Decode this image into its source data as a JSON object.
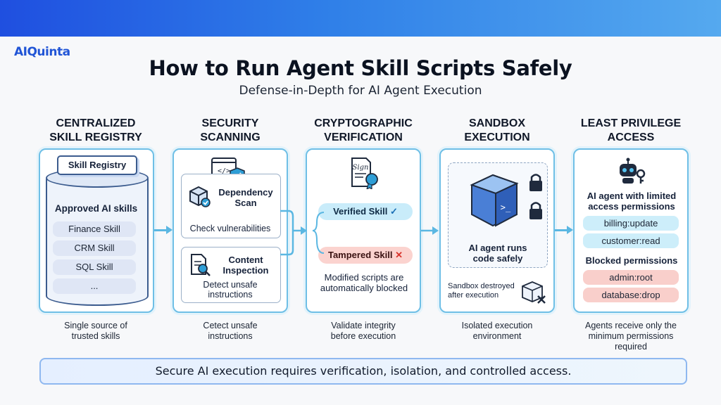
{
  "brand": {
    "logo": "AIQuinta"
  },
  "title": "How to Run Agent Skill Scripts Safely",
  "subtitle": "Defense-in-Depth for AI Agent Execution",
  "columns": [
    {
      "heading_1": "CENTRALIZED",
      "heading_2": "SKILL REGISTRY",
      "caption_1": "Single source of",
      "caption_2": "trusted skills"
    },
    {
      "heading_1": "SECURITY",
      "heading_2": "SCANNING",
      "caption_1": "Cetect unsafe",
      "caption_2": "instructions"
    },
    {
      "heading_1": "CRYPTOGRAPHIC",
      "heading_2": "VERIFICATION",
      "caption_1": "Validate integrity",
      "caption_2": "before execution"
    },
    {
      "heading_1": "SANDBOX",
      "heading_2": "EXECUTION",
      "caption_1": "Isolated execution",
      "caption_2": "environment"
    },
    {
      "heading_1": "LEAST PRIVILEGE",
      "heading_2": "ACCESS",
      "caption_1": "Agents receive only the",
      "caption_2": "minimum permissions",
      "caption_3": "required"
    }
  ],
  "registry": {
    "label": "Skill Registry",
    "approved": "Approved AI skills",
    "skills": [
      "Finance Skill",
      "CRM Skill",
      "SQL Skill",
      "..."
    ]
  },
  "scanning": {
    "dependency_title_1": "Dependency",
    "dependency_title_2": "Scan",
    "dependency_text": "Check vulnerabilities",
    "content_title_1": "Content",
    "content_title_2": "Inspection",
    "content_text_1": "Detect unsafe",
    "content_text_2": "instructions"
  },
  "verification": {
    "verified": "Verified Skill",
    "tampered": "Tampered Skill",
    "note_1": "Modified scripts are",
    "note_2": "automatically blocked"
  },
  "sandbox": {
    "runs_1": "AI agent runs",
    "runs_2": "code safely",
    "destroyed_1": "Sandbox destroyed",
    "destroyed_2": "after execution"
  },
  "privilege": {
    "agent_1": "AI agent with limited",
    "agent_2": "access permissions",
    "allowed": [
      "billing:update",
      "customer:read"
    ],
    "blocked_title": "Blocked permissions",
    "blocked": [
      "admin:root",
      "database:drop"
    ]
  },
  "footer": "Secure AI execution requires verification, isolation, and controlled access.",
  "colors": {
    "accent": "#2f7fe8",
    "panel_border": "#6fbfe6",
    "verified_bg": "#c9ecfa",
    "tampered_bg": "#fbd3cf",
    "allowed_bg": "#cdeefa",
    "blocked_bg": "#f9cfcb"
  }
}
